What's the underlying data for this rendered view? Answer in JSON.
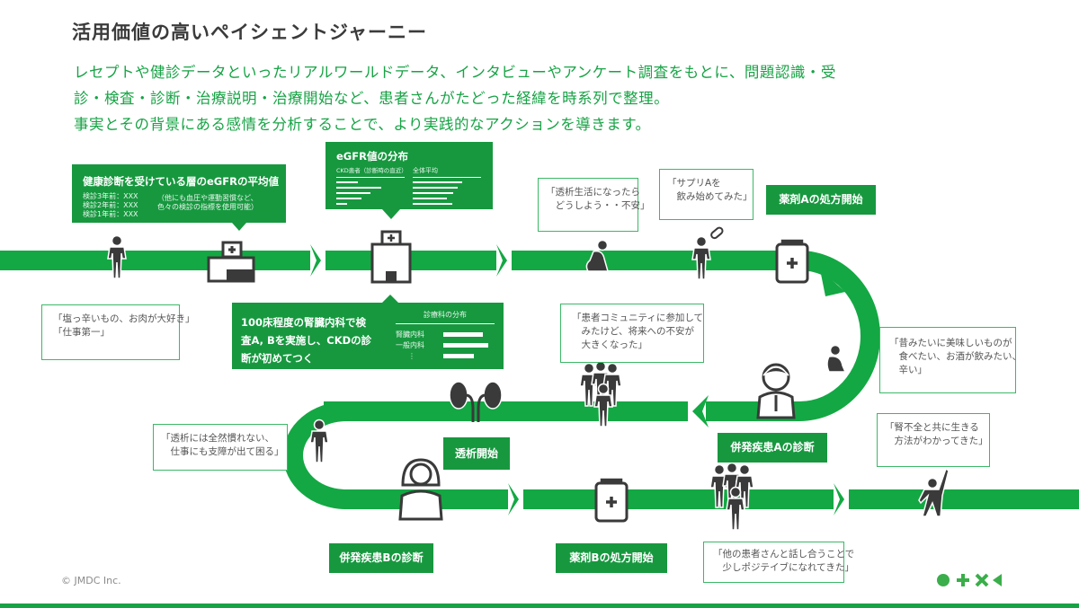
{
  "title": "活用価値の高いペイシェントジャーニー",
  "lead": [
    "レセプトや健診データといったリアルワールドデータ、インタビューやアンケート調査をもとに、問題認識・受",
    "診・検査・診断・治療説明・治療開始など、患者さんがたどった経緯を時系列で整理。",
    "事実とその背景にある感情を分析することで、より実践的なアクションを導きます。"
  ],
  "colors": {
    "accent": "#17a345",
    "box": "#17983f",
    "icon": "#3a3a3a"
  },
  "info_boxes": {
    "egfr_avg": {
      "title": "健康診断を受けている層のeGFRの平均値",
      "rows": [
        "検診3年前：XXX",
        "検診2年前：XXX",
        "検診1年前：XXX"
      ],
      "note": "（他にも血圧や運動習慣など、\n色々の検診の指標を使用可能）"
    },
    "egfr_dist": {
      "title": "eGFR値の分布",
      "col1": "CKD患者（診断時の直近）",
      "col2": "全体平均"
    },
    "dept": {
      "text": "100床程度の腎臓内科で検\n査A, Bを実施し、CKDの診\n断が初めてつく",
      "chart_title": "診療科の分布",
      "rows": [
        "腎臓内科",
        "一般内科",
        "⋮"
      ]
    }
  },
  "bubbles": {
    "salty": "「塩っ辛いもの、お肉が大好き」\n「仕事第一」",
    "dialysis_worry": "「透析生活になったら\n　どうしよう・・不安」",
    "supplement": "「サプリAを\n　飲み始めてみた」",
    "community": "「患者コミュニティに参加して\n　みたけど、将来への不安が\n　大きくなった」",
    "miss_food": "「昔みたいに美味しいものが\n　食べたい、お酒が飲みたい、\n　辛い」",
    "work_trouble": "「透析には全然慣れない、\n　仕事にも支障が出て困る」",
    "positive": "「他の患者さんと話し合うことで\n　少しポジテイブになれてきた」",
    "live_with": "「腎不全と共に生きる\n　方法がわかってきた」"
  },
  "milestones": {
    "drug_a": "薬剤Aの処方開始",
    "comorbid_a": "併発疾患Aの診断",
    "dialysis_start": "透析開始",
    "comorbid_b": "併発疾患Bの診断",
    "drug_b": "薬剤Bの処方開始"
  },
  "footer": {
    "copyright": "© JMDC Inc."
  }
}
